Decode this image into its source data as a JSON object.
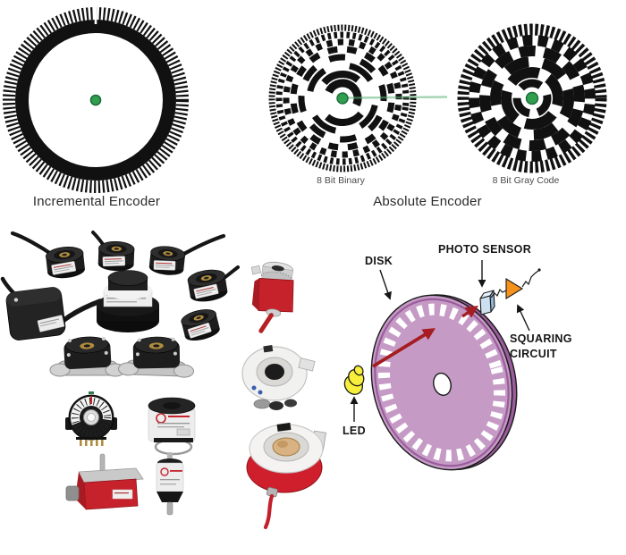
{
  "headings": {
    "incremental": "Incremental Encoder",
    "absolute": "Absolute Encoder"
  },
  "disk_labels": {
    "binary": "8 Bit Binary",
    "gray": "8 Bit Gray Code"
  },
  "diagram": {
    "disk": "DISK",
    "photo_sensor": "PHOTO SENSOR",
    "squaring_line1": "SQUARING",
    "squaring_line2": "CIRCUIT",
    "led": "LED"
  },
  "colors": {
    "marker_green": "#2f9e4f",
    "marker_green_edge": "#1c6b38",
    "index_line_green": "#5cb377",
    "disk_purple": "#c59bc5",
    "disk_purple_dark": "#9a5c9c",
    "led_yellow": "#f8ef3c",
    "sensor_blue": "#cde0f0",
    "amp_orange": "#f5921e",
    "arrow_red": "#a51d22",
    "encoder_red": "#c6222b",
    "ink": "#111111"
  },
  "icons": {
    "led_icon": "yellow-led-bulb",
    "photo_sensor_icon": "blue-cube",
    "squaring_circuit_icon": "orange-amplifier-triangle",
    "center_marker_icon": "green-dot"
  }
}
